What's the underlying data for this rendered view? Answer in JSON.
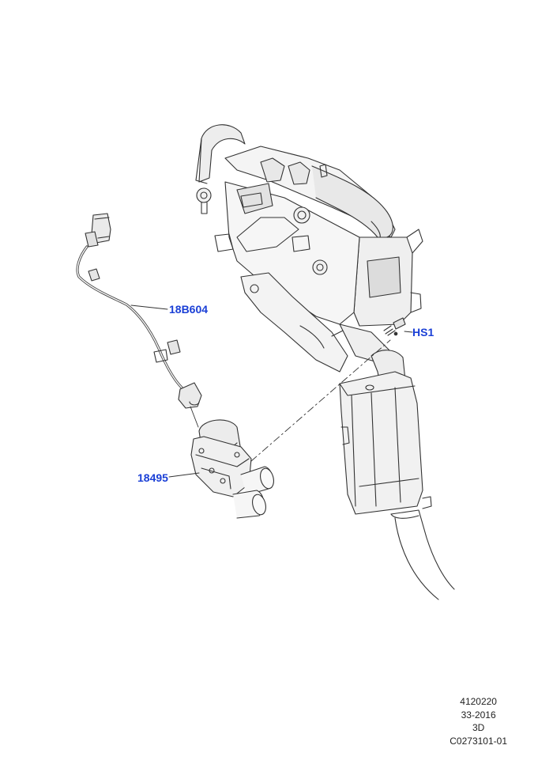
{
  "callouts": {
    "harness": "18B604",
    "screw": "HS1",
    "valve": "18495"
  },
  "footer": {
    "line1": "4120220",
    "line2": "33-2016",
    "line3": "3D",
    "line4": "C0273101-01"
  },
  "colors": {
    "callout": "#1a3fd6",
    "linework": "#333333",
    "shading": "#e6e6e6"
  }
}
